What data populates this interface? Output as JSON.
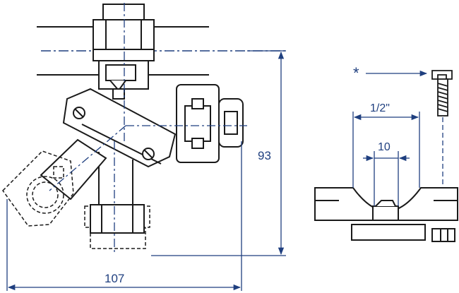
{
  "dimensions": {
    "overall_width": "107",
    "overall_height": "93",
    "thread_size": "1/2\"",
    "inner_width": "10"
  },
  "marker": "*",
  "colors": {
    "outline": "#1a1a1a",
    "dimension": "#1f3f7f",
    "centerline": "#1f3f7f",
    "fill": "#ffffff"
  }
}
